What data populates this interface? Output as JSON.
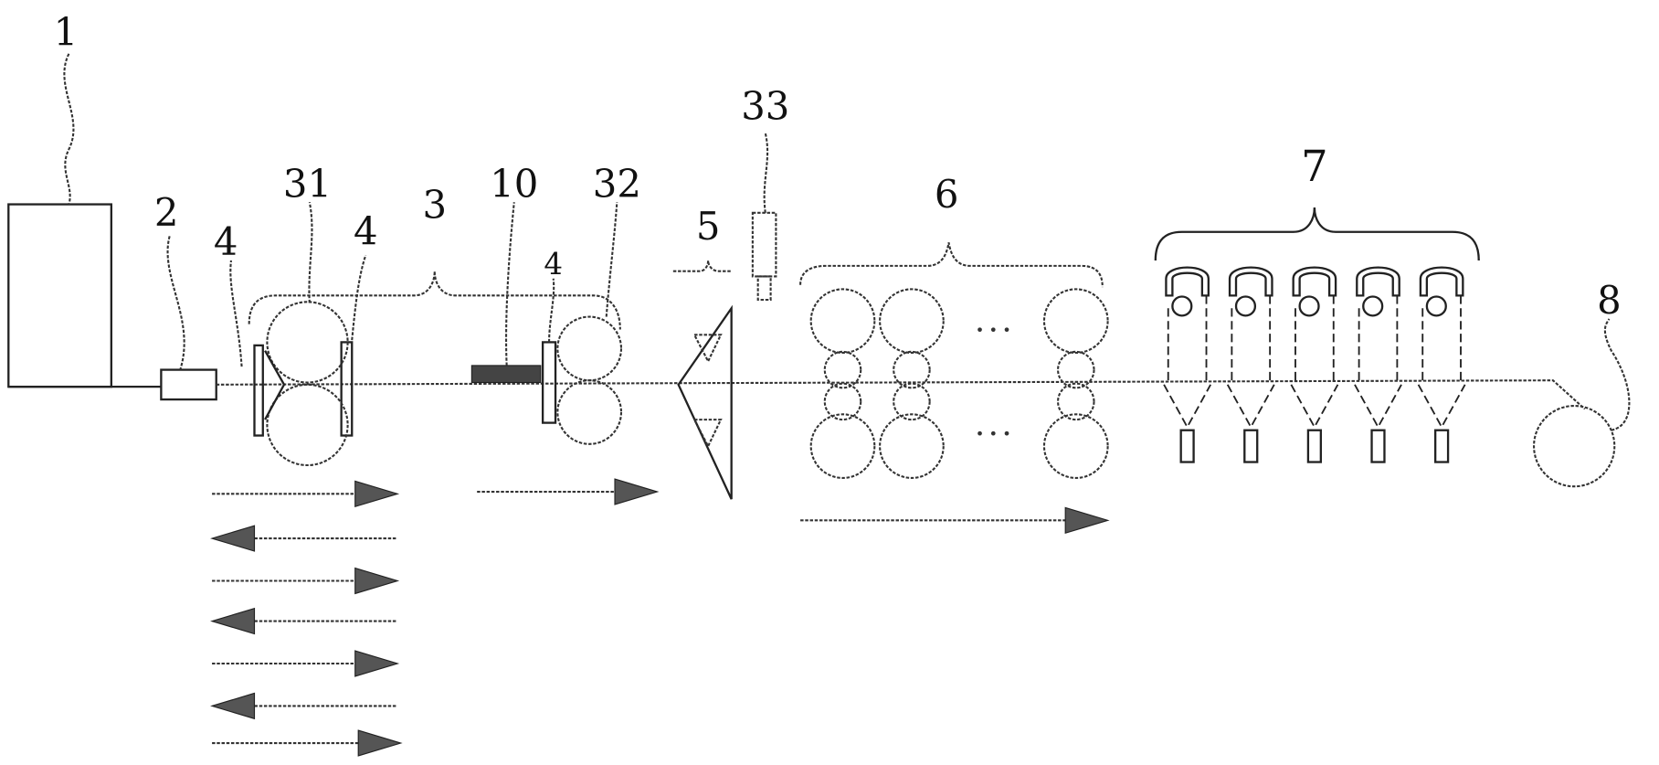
{
  "figure": {
    "labels": {
      "tundish": "1",
      "nozzle": "2",
      "guide_left": "4",
      "roll_31": "31",
      "guide_mid": "4",
      "rolling_unit": "3",
      "heater": "10",
      "guide_right": "4",
      "roll_32": "32",
      "shear": "5",
      "sensor": "33",
      "finishing_mill": "6",
      "cooling": "7",
      "coiler": "8"
    },
    "ellipsis": "• • •",
    "colors": {
      "line": "#222222",
      "fill": "#555555"
    }
  }
}
